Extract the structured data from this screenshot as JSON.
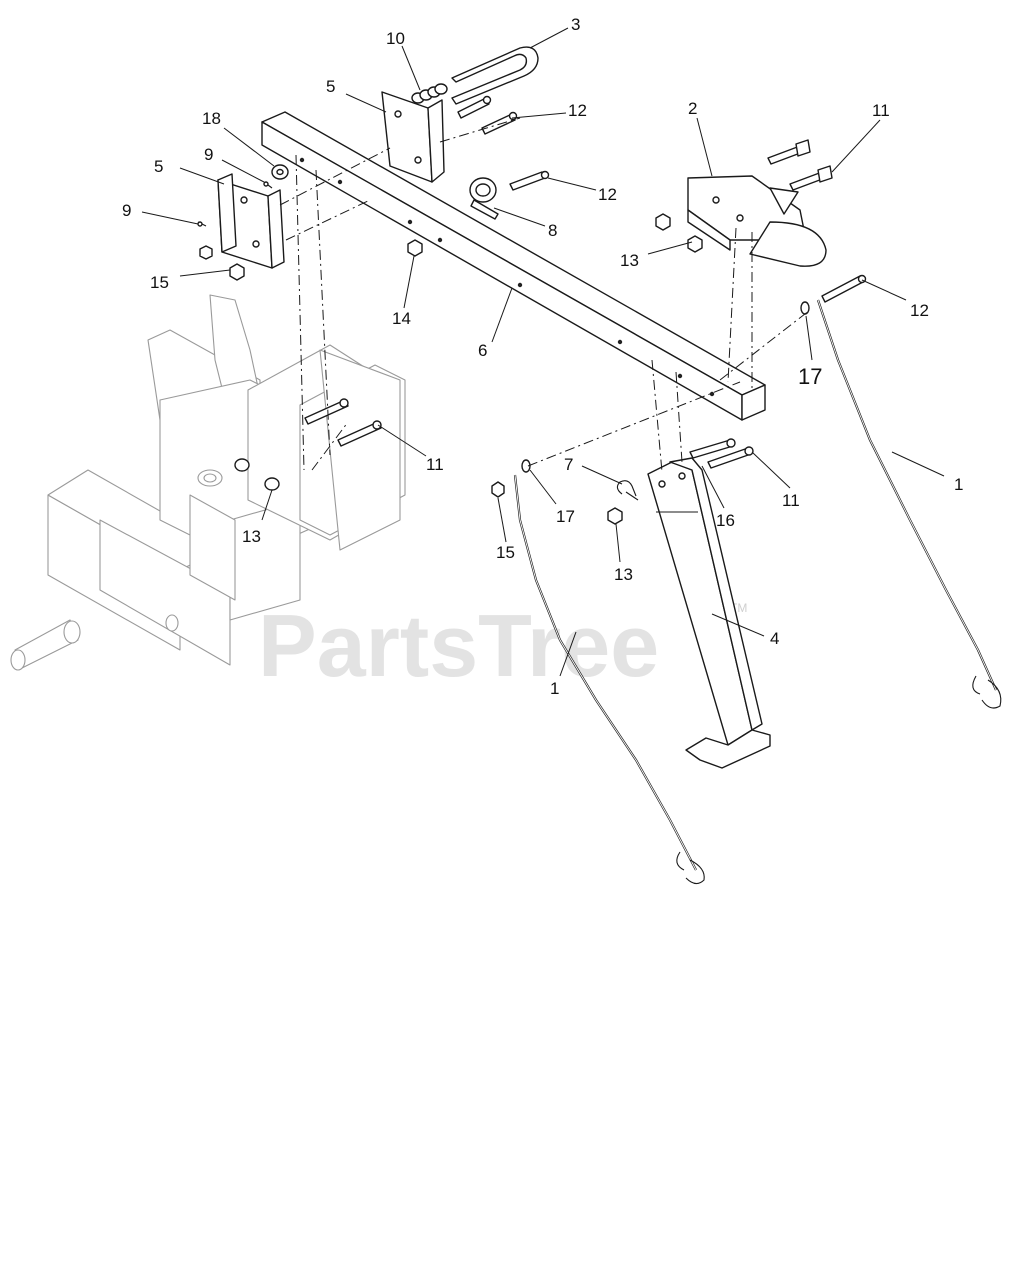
{
  "watermark": {
    "text": "PartsTree",
    "trademark": "TM"
  },
  "callouts": [
    {
      "id": "c3",
      "label": "3"
    },
    {
      "id": "c10",
      "label": "10"
    },
    {
      "id": "c5a",
      "label": "5"
    },
    {
      "id": "c12a",
      "label": "12"
    },
    {
      "id": "c2",
      "label": "2"
    },
    {
      "id": "c11a",
      "label": "11"
    },
    {
      "id": "c18",
      "label": "18"
    },
    {
      "id": "c9a",
      "label": "9"
    },
    {
      "id": "c5b",
      "label": "5"
    },
    {
      "id": "c12b",
      "label": "12"
    },
    {
      "id": "c9b",
      "label": "9"
    },
    {
      "id": "c8",
      "label": "8"
    },
    {
      "id": "c13a",
      "label": "13"
    },
    {
      "id": "c15a",
      "label": "15"
    },
    {
      "id": "c12c",
      "label": "12"
    },
    {
      "id": "c14",
      "label": "14"
    },
    {
      "id": "c17a",
      "label": "17"
    },
    {
      "id": "c6",
      "label": "6"
    },
    {
      "id": "c11b",
      "label": "11"
    },
    {
      "id": "c7",
      "label": "7"
    },
    {
      "id": "c1a",
      "label": "1"
    },
    {
      "id": "c17b",
      "label": "17"
    },
    {
      "id": "c16",
      "label": "16"
    },
    {
      "id": "c11c",
      "label": "11"
    },
    {
      "id": "c13b",
      "label": "13"
    },
    {
      "id": "c15b",
      "label": "15"
    },
    {
      "id": "c13c",
      "label": "13"
    },
    {
      "id": "c4",
      "label": "4"
    },
    {
      "id": "c1b",
      "label": "1"
    }
  ]
}
